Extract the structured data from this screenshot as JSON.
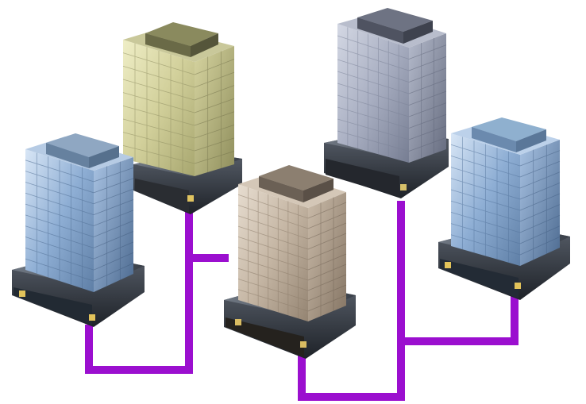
{
  "diagram": {
    "kind": "network-of-buildings",
    "buildings": [
      {
        "id": "left-blue",
        "tint": "blue",
        "colors": {
          "glass": "#9fb9d8",
          "glassDark": "#5f7fa6",
          "roof": "#8fa7c2",
          "frame": "#2f3a4a"
        }
      },
      {
        "id": "back-yellow",
        "tint": "olive",
        "colors": {
          "glass": "#d9d7a3",
          "glassDark": "#a7a66f",
          "roof": "#8a8a5e",
          "frame": "#2b2b24"
        }
      },
      {
        "id": "center-tan",
        "tint": "tan",
        "colors": {
          "glass": "#cdbfae",
          "glassDark": "#9f8f7e",
          "roof": "#8c7f70",
          "frame": "#2e2a25"
        }
      },
      {
        "id": "back-gray",
        "tint": "gray",
        "colors": {
          "glass": "#b3b9cb",
          "glassDark": "#7a8196",
          "roof": "#6e7383",
          "frame": "#252832"
        }
      },
      {
        "id": "right-blue",
        "tint": "blue",
        "colors": {
          "glass": "#a8c4e6",
          "glassDark": "#6c8fba",
          "roof": "#8fb0cf",
          "frame": "#2a3340"
        }
      }
    ],
    "connectorColor": "#9b0fcf"
  }
}
